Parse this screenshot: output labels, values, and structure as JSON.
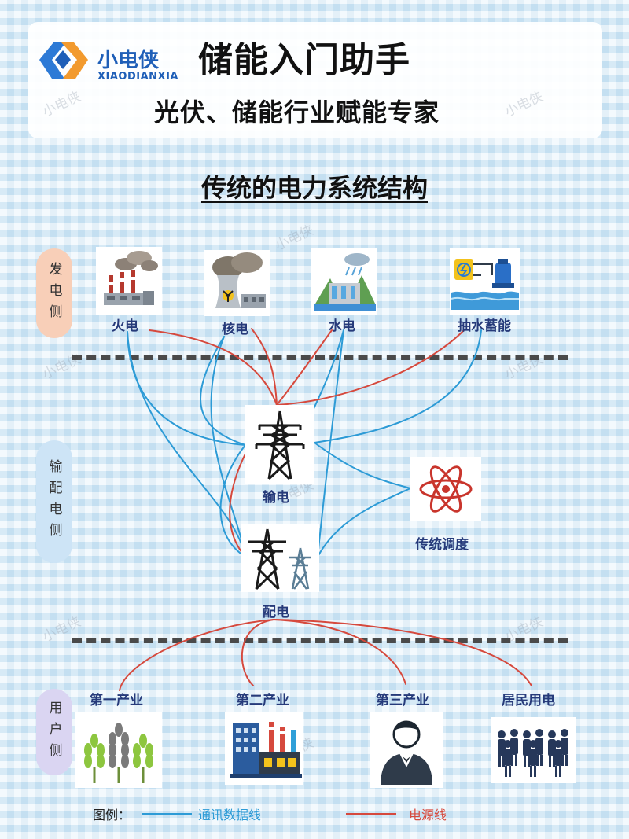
{
  "brand": {
    "name": "小电侠",
    "pinyin": "XIAODIANXIA",
    "watermark": "小电侠"
  },
  "header": {
    "title": "储能入门助手",
    "subtitle": "光伏、储能行业赋能专家"
  },
  "section_title": "传统的电力系统结构",
  "side_labels": {
    "generation": "发电侧",
    "transmission": "输配电侧",
    "user": "用户侧"
  },
  "generation": {
    "thermal": "火电",
    "nuclear": "核电",
    "hydro": "水电",
    "pumped": "抽水蓄能"
  },
  "grid": {
    "transmission": "输电",
    "distribution": "配电",
    "dispatch": "传统调度"
  },
  "users": {
    "primary": "第一产业",
    "secondary": "第二产业",
    "tertiary": "第三产业",
    "residential": "居民用电"
  },
  "legend": {
    "label": "图例：",
    "data_line": "通讯数据线",
    "power_line": "电源线"
  },
  "colors": {
    "data_line": "#2d9bd6",
    "power_line": "#d6493d",
    "accent": "#1f5fb8"
  }
}
